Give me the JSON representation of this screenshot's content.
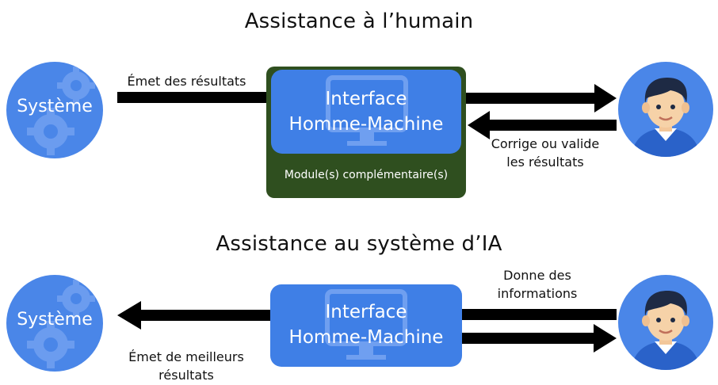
{
  "top": {
    "title": "Assistance à l’humain",
    "system_label": "Système",
    "arrow_out_label": "Émet des résultats",
    "interface_line1": "Interface",
    "interface_line2": "Homme-Machine",
    "module_label": "Module(s) complémentaire(s)",
    "feedback_line1": "Corrige ou valide",
    "feedback_line2": "les résultats"
  },
  "bottom": {
    "title": "Assistance au système d’IA",
    "system_label": "Système",
    "info_line1": "Donne des",
    "info_line2": "informations",
    "interface_line1": "Interface",
    "interface_line2": "Homme-Machine",
    "output_line1": "Émet de meilleurs",
    "output_line2": "résultats"
  },
  "colors": {
    "system_circle": "#4a86e8",
    "interface_box": "#3f7fe6",
    "module_box": "#2f4f1f",
    "arrow": "#000000",
    "user_circle": "#4a86e8"
  },
  "icons": {
    "system": "gears-icon",
    "interface": "monitor-icon",
    "user": "user-avatar-icon"
  }
}
